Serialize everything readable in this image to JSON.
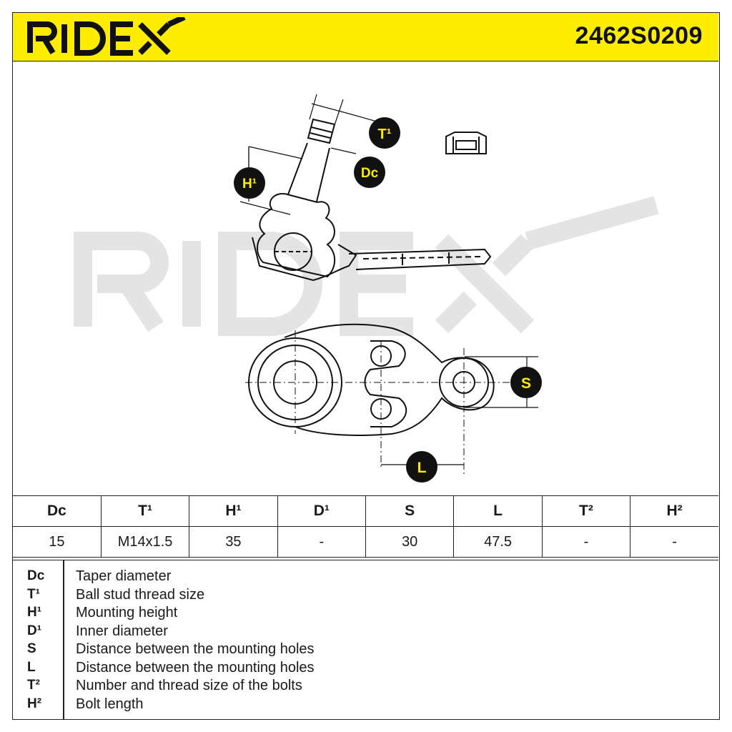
{
  "header": {
    "brand": "RIDEX",
    "part_number": "2462S0209"
  },
  "colors": {
    "brand_yellow": "#ffed00",
    "ink": "#1a1a1a",
    "watermark_gray": "#e6e6e6"
  },
  "drawing": {
    "watermark": "RIDEX",
    "badges": {
      "t1": "T¹",
      "dc": "Dc",
      "h1": "H¹",
      "s": "S",
      "l": "L"
    }
  },
  "spec_table": {
    "headers": [
      "Dc",
      "T¹",
      "H¹",
      "D¹",
      "S",
      "L",
      "T²",
      "H²"
    ],
    "values": [
      "15",
      "M14x1.5",
      "35",
      "-",
      "30",
      "47.5",
      "-",
      "-"
    ]
  },
  "legend": [
    {
      "key": "Dc",
      "description": "Taper diameter"
    },
    {
      "key": "T¹",
      "description": "Ball stud thread size"
    },
    {
      "key": "H¹",
      "description": "Mounting height"
    },
    {
      "key": "D¹",
      "description": "Inner diameter"
    },
    {
      "key": "S",
      "description": "Distance between the mounting holes"
    },
    {
      "key": "L",
      "description": "Distance between the mounting holes"
    },
    {
      "key": "T²",
      "description": "Number and thread size of the bolts"
    },
    {
      "key": "H²",
      "description": "Bolt length"
    }
  ]
}
